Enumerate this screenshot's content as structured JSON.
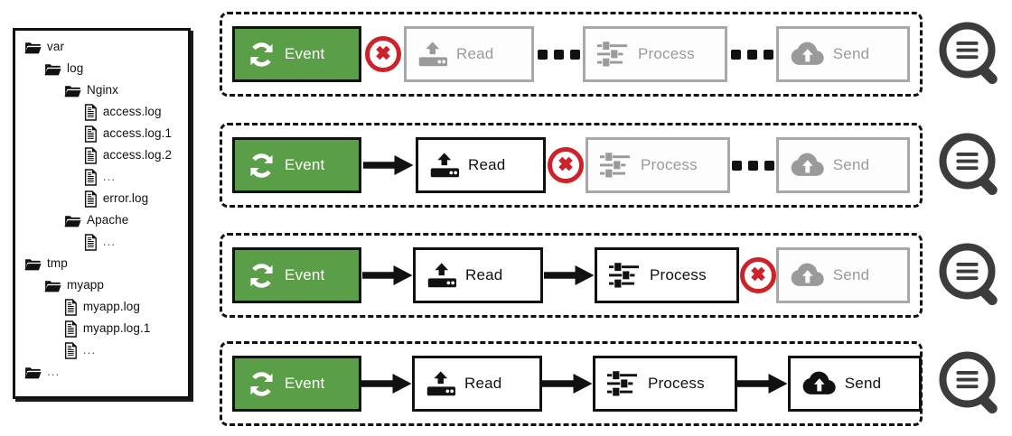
{
  "filetree": {
    "name": "log-file-tree",
    "rows": [
      {
        "icon": "folder-icon",
        "label": "var",
        "depth": 0,
        "type": "folder"
      },
      {
        "icon": "folder-icon",
        "label": "log",
        "depth": 1,
        "type": "folder"
      },
      {
        "icon": "folder-icon",
        "label": "Nginx",
        "depth": 2,
        "type": "folder"
      },
      {
        "icon": "file-icon",
        "label": "access.log",
        "depth": 3,
        "type": "file"
      },
      {
        "icon": "file-icon",
        "label": "access.log.1",
        "depth": 3,
        "type": "file"
      },
      {
        "icon": "file-icon",
        "label": "access.log.2",
        "depth": 3,
        "type": "file"
      },
      {
        "icon": "file-icon",
        "label": "...",
        "depth": 3,
        "type": "file-ellipsis"
      },
      {
        "icon": "file-icon",
        "label": "error.log",
        "depth": 3,
        "type": "file"
      },
      {
        "icon": "folder-icon",
        "label": "Apache",
        "depth": 2,
        "type": "folder"
      },
      {
        "icon": "file-icon",
        "label": "...",
        "depth": 3,
        "type": "file-ellipsis"
      },
      {
        "icon": "folder-icon",
        "label": "tmp",
        "depth": 0,
        "type": "folder"
      },
      {
        "icon": "folder-icon",
        "label": "myapp",
        "depth": 1,
        "type": "folder"
      },
      {
        "icon": "file-icon",
        "label": "myapp.log",
        "depth": 2,
        "type": "file"
      },
      {
        "icon": "file-icon",
        "label": "myapp.log.1",
        "depth": 2,
        "type": "file"
      },
      {
        "icon": "file-icon",
        "label": "...",
        "depth": 2,
        "type": "file-ellipsis"
      },
      {
        "icon": "folder-icon",
        "label": "...",
        "depth": 0,
        "type": "folder-ellipsis"
      }
    ]
  },
  "stage_labels": {
    "event": "Event",
    "read": "Read",
    "process": "Process",
    "send": "Send"
  },
  "icons": {
    "event": "refresh-cycle-icon",
    "read": "harddrive-upload-icon",
    "process": "sliders-icon",
    "send": "cloud-upload-icon",
    "error": "error-circle-x-icon",
    "arrow": "arrow-right-icon",
    "pending": "ellipsis-dots-icon",
    "magnifier": "log-search-icon",
    "folder": "folder-icon",
    "file": "file-icon"
  },
  "colors": {
    "event_green": "#5a9e48",
    "error_red": "#cc2229",
    "disabled_grey": "#9a9a9a",
    "ink": "#111111",
    "magnifier_grey": "#3c3c3c"
  },
  "pipelines": [
    {
      "id": "row-1",
      "state": "failed-at-read",
      "stages": [
        {
          "key": "event",
          "label": "Event",
          "enabled": true
        },
        {
          "key": "read",
          "label": "Read",
          "enabled": false
        },
        {
          "key": "process",
          "label": "Process",
          "enabled": false
        },
        {
          "key": "send",
          "label": "Send",
          "enabled": false
        }
      ],
      "connectors": [
        "error",
        "pending",
        "pending"
      ]
    },
    {
      "id": "row-2",
      "state": "failed-at-process",
      "stages": [
        {
          "key": "event",
          "label": "Event",
          "enabled": true
        },
        {
          "key": "read",
          "label": "Read",
          "enabled": true
        },
        {
          "key": "process",
          "label": "Process",
          "enabled": false
        },
        {
          "key": "send",
          "label": "Send",
          "enabled": false
        }
      ],
      "connectors": [
        "arrow",
        "error",
        "pending"
      ]
    },
    {
      "id": "row-3",
      "state": "failed-at-send",
      "stages": [
        {
          "key": "event",
          "label": "Event",
          "enabled": true
        },
        {
          "key": "read",
          "label": "Read",
          "enabled": true
        },
        {
          "key": "process",
          "label": "Process",
          "enabled": true
        },
        {
          "key": "send",
          "label": "Send",
          "enabled": false
        }
      ],
      "connectors": [
        "arrow",
        "arrow",
        "error"
      ]
    },
    {
      "id": "row-4",
      "state": "complete",
      "stages": [
        {
          "key": "event",
          "label": "Event",
          "enabled": true
        },
        {
          "key": "read",
          "label": "Read",
          "enabled": true
        },
        {
          "key": "process",
          "label": "Process",
          "enabled": true
        },
        {
          "key": "send",
          "label": "Send",
          "enabled": true
        }
      ],
      "connectors": [
        "arrow",
        "arrow",
        "arrow"
      ]
    }
  ]
}
